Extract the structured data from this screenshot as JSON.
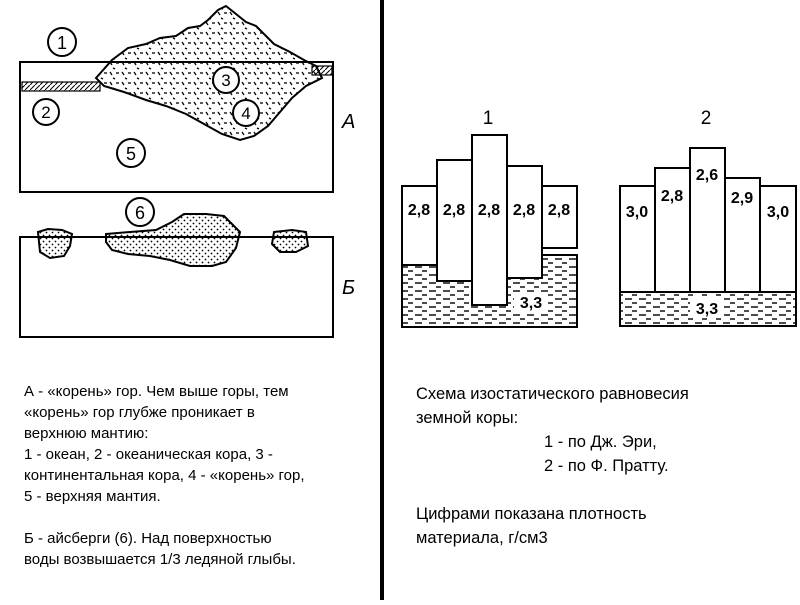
{
  "left": {
    "circle_labels": [
      "1",
      "2",
      "3",
      "4",
      "5",
      "6"
    ],
    "panel_a_letter": "А",
    "panel_b_letter": "Б",
    "caption": {
      "a_lines": [
        "А - «корень» гор. Чем выше горы, тем",
        "«корень» гор глубже проникает в",
        "верхнюю мантию:",
        "1 - океан, 2 - океаническая кора, 3 -",
        "континентальная кора, 4 - «корень» гор,",
        "5 - верхняя мантия."
      ],
      "b_lines": [
        "Б - айсберги (6). Над поверхностью",
        "воды возвышается 1/3 ледяной глыбы."
      ]
    }
  },
  "right": {
    "diagram1": {
      "number": "1",
      "block_values": [
        "2,8",
        "2,8",
        "2,8",
        "2,8",
        "2,8"
      ],
      "mantle_value": "3,3"
    },
    "diagram2": {
      "number": "2",
      "block_values": [
        "3,0",
        "2,8",
        "2,6",
        "2,9",
        "3,0"
      ],
      "mantle_value": "3,3"
    },
    "caption": {
      "title_line1": "Схема изостатического равновесия",
      "title_line2": "земной коры:",
      "item1": "1 - по Дж. Эри,",
      "item2": "2 - по Ф. Пратту.",
      "note_line1": "Цифрами показана плотность",
      "note_line2": "материала, г/см3"
    }
  }
}
